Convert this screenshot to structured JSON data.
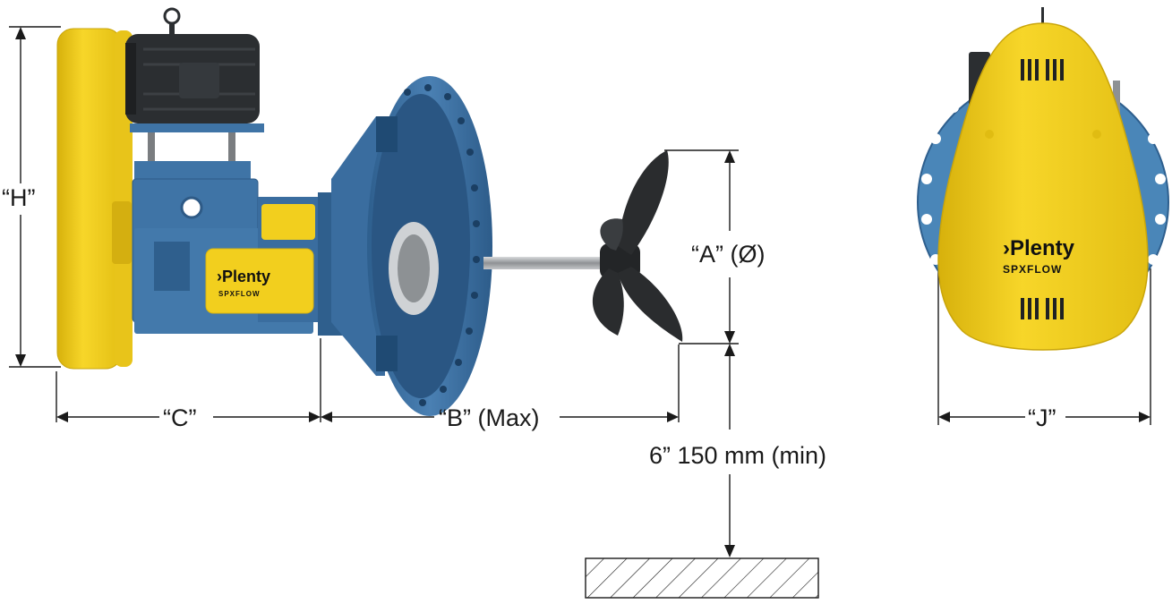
{
  "dimensions": {
    "h": "“H”",
    "c": "“C”",
    "b": "“B” (Max)",
    "a": "“A” (Ø)",
    "clearance": "6” 150 mm (min)",
    "j": "“J”"
  },
  "side_view": {
    "logo_main": "›Plenty",
    "logo_sub": "SPXFLOW"
  },
  "front_view": {
    "logo_main": "›Plenty",
    "logo_sub": "SPXFLOW"
  },
  "colors": {
    "yellow": "#f2cf1e",
    "yellow_shade": "#d9b40f",
    "blue": "#3f74a6",
    "blue_dark": "#25537f",
    "motor": "#2b2e31",
    "propeller": "#2a2c2e",
    "shaft": "#a9acaf",
    "line": "#1a1a1a"
  },
  "icons": [
    "arrow-head",
    "hatch-floor"
  ]
}
